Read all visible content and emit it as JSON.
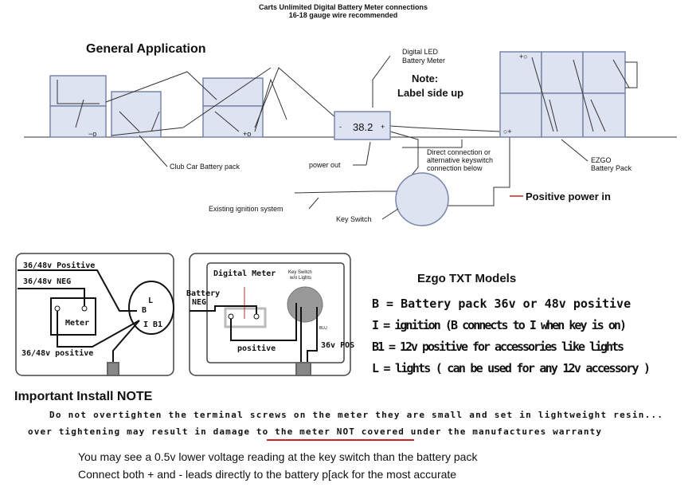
{
  "header": {
    "title": "Carts Unlimited Digital Battery Meter connections",
    "subtitle": "16-18 gauge wire recommended"
  },
  "top_diagram": {
    "heading": "General Application",
    "meter_label": [
      "Digital LED",
      "Battery Meter"
    ],
    "note": [
      "Note:",
      "Label side up"
    ],
    "meter_reading": "38.2",
    "club_car_label": "Club Car Battery pack",
    "power_out_label": "power out",
    "direct_connection_label": [
      "Direct connection or",
      "alternative keyswitch",
      "connection below"
    ],
    "ezgo_label": [
      "EZGO",
      "Battery Pack"
    ],
    "positive_power_in": "Positive power in",
    "ignition_label": "Existing ignition system",
    "key_switch_label": "Key Switch"
  },
  "left_panel": {
    "pos_top": "36/48v Positive",
    "neg": "36/48v NEG",
    "meter": "Meter",
    "pos_bottom": "36/48v positive",
    "terminals": [
      "B",
      "L",
      "I",
      "B1"
    ]
  },
  "middle_panel": {
    "digital_meter": "Digital Meter",
    "key_switch": [
      "Key Switch",
      "w/o Lights"
    ],
    "battery_neg": [
      "Battery",
      "NEG"
    ],
    "positive": "positive",
    "pos36": "36v POS",
    "blu": "BLU"
  },
  "ezgo_txt": {
    "title": "Ezgo TXT Models",
    "lines": [
      "B = Battery pack 36v or 48v positive",
      "I = ignition (B connects to I when key is on)",
      "B1 = 12v positive for accessories like lights",
      "L = lights ( can be used for any 12v accessory )"
    ]
  },
  "note": {
    "title": "Important Install NOTE",
    "line1": "Do not overtighten the terminal screws on the meter they are small and set in lightweight resin...",
    "line2": "over tightening may result in damage to the meter NOT covered under the manufactures warranty"
  },
  "footer": {
    "line1": "You may see a 0.5v lower voltage reading at the key switch than the battery pack",
    "line2": "Connect both + and - leads directly to the battery p[ack for the most accurate"
  },
  "colors": {
    "red": "#cc2222",
    "battery_fill": "#dde3f0",
    "battery_stroke": "#7a86a8"
  }
}
